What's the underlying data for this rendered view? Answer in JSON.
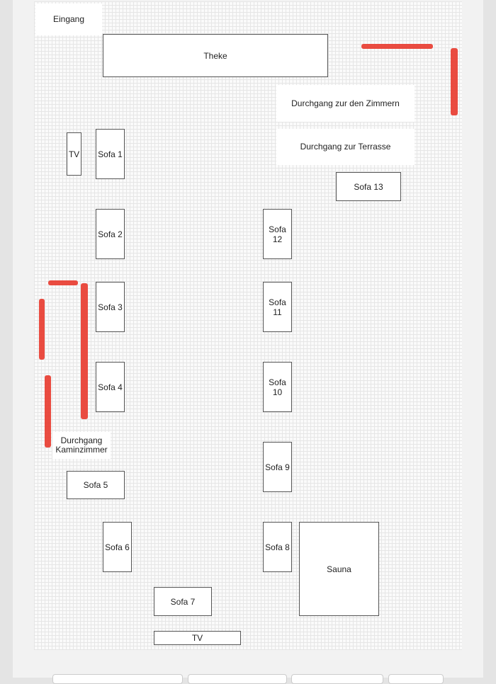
{
  "labels": {
    "entrance": "Eingang",
    "rooms_passage": "Durchgang zur den Zimmern",
    "terrace_passage": "Durchgang zur Terrasse",
    "fireplace_passage": "Durchgang Kaminzimmer"
  },
  "items": {
    "counter": "Theke",
    "tv1": "TV",
    "tv2": "TV",
    "sauna": "Sauna",
    "sofa1": "Sofa 1",
    "sofa2": "Sofa 2",
    "sofa3": "Sofa 3",
    "sofa4": "Sofa 4",
    "sofa5": "Sofa 5",
    "sofa6": "Sofa 6",
    "sofa7": "Sofa 7",
    "sofa8": "Sofa 8",
    "sofa9": "Sofa 9",
    "sofa10": "Sofa 10",
    "sofa11": "Sofa 11",
    "sofa12": "Sofa 12",
    "sofa13": "Sofa 13"
  },
  "colors": {
    "annotation": "#e8392c"
  }
}
